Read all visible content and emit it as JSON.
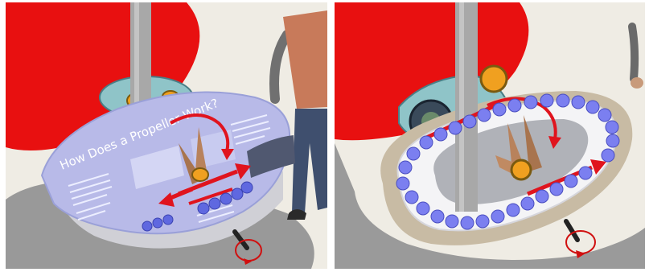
{
  "panels": [
    {
      "id": "left",
      "sign_title": "How Does a Propeller Work?",
      "colors": {
        "background": "#efece4",
        "ground": "#999999",
        "red_blob": "#e81010",
        "pole": "#a8a8a8",
        "sign": "#b8bae8",
        "ball": "#5f68e0",
        "arrow": "#e0141e"
      }
    },
    {
      "id": "right",
      "colors": {
        "background": "#efece4",
        "ground": "#9a9a9a",
        "red_blob": "#e81010",
        "pole": "#a8a8a8",
        "track_top": "#f4f4f6",
        "rim": "#c8bba4",
        "ball": "#7b7ff0",
        "arrow": "#e0141e"
      }
    }
  ]
}
